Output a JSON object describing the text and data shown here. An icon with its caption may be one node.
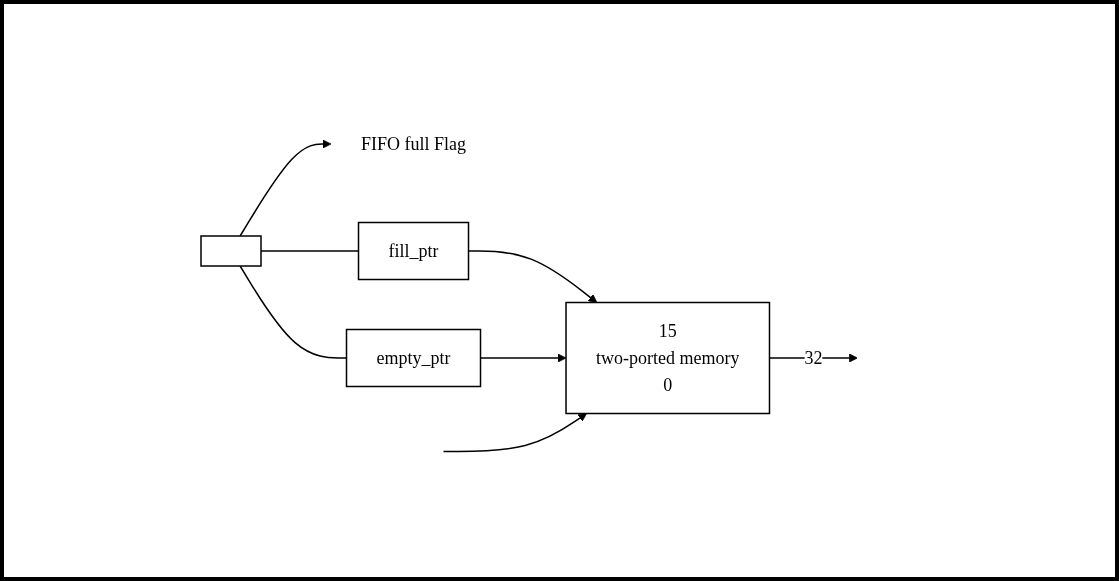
{
  "diagram": {
    "nodes": [
      {
        "text": [
          "FIFO full Flag"
        ]
      },
      {
        "text": [],
        "shape": "box"
      },
      {
        "text": [
          "fill_ptr"
        ]
      },
      {
        "text": [
          "15",
          "two-ported memory",
          "0"
        ]
      },
      {
        "text": [
          "empty_ptr"
        ]
      }
    ],
    "edges": [
      {
        "from": 1,
        "to": 0,
        "arrow": "to"
      },
      {
        "from": 1,
        "to": 2,
        "arrow": "none"
      },
      {
        "from": 1,
        "to": 4,
        "arrow": "none"
      },
      {
        "from": 2,
        "to": 3,
        "arrow": "to"
      },
      {
        "from": 4,
        "to": 3,
        "arrow": "to"
      },
      {
        "from": null,
        "to": 3,
        "arrow": "to"
      },
      {
        "from": 3,
        "to": null,
        "arrow": "to",
        "label": "32"
      }
    ]
  }
}
